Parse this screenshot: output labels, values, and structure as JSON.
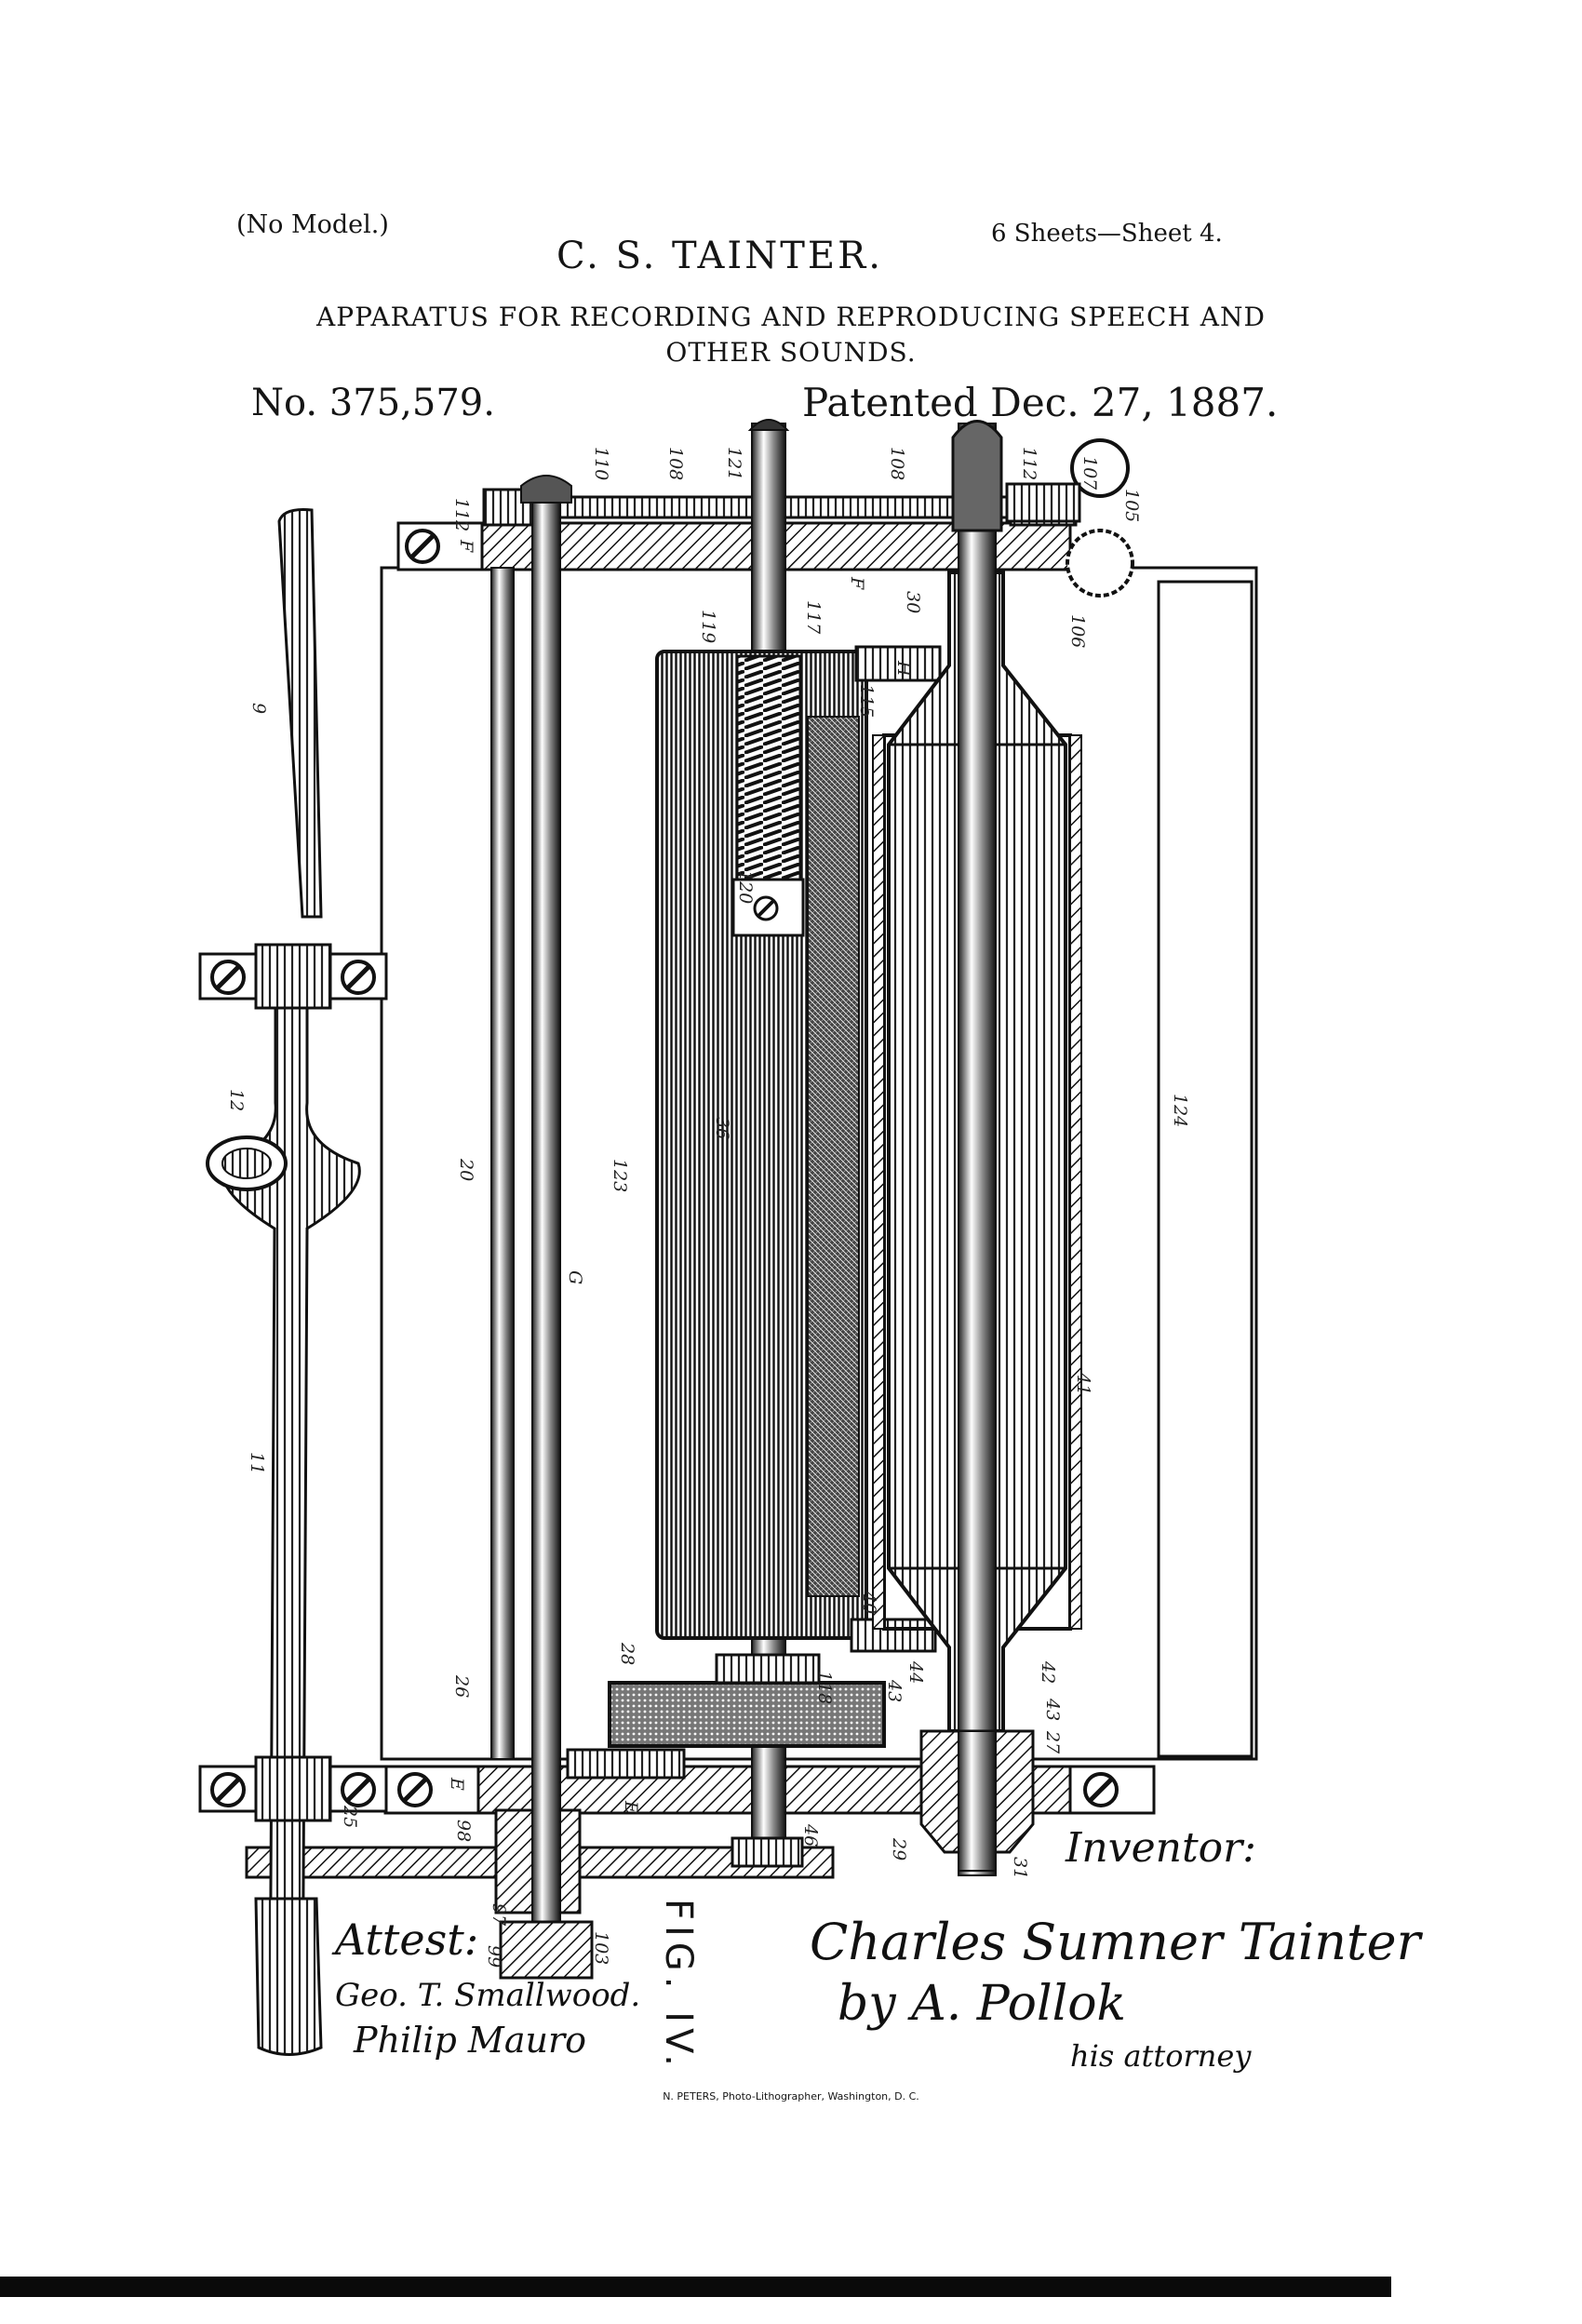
{
  "header": {
    "no_model": "(No Model.)",
    "inventor": "C. S. TAINTER.",
    "sheets": "6 Sheets—Sheet 4.",
    "title_line1": "APPARATUS FOR RECORDING AND REPRODUCING SPEECH AND",
    "title_line2": "OTHER SOUNDS.",
    "patent_number": "No. 375,579.",
    "patented": "Patented Dec. 27, 1887."
  },
  "figure_label": "FIG. IV.",
  "reference_numbers": {
    "r112a": "112",
    "r110": "110",
    "r108a": "108",
    "r121": "121",
    "r108b": "108",
    "r107": "107",
    "r112b": "112",
    "r105": "105",
    "rFa": "F",
    "rFb": "F",
    "r119": "119",
    "r117": "117",
    "r30": "30",
    "r106": "106",
    "rH": "H",
    "r115": "115",
    "r9": "9",
    "r120": "120",
    "r12": "12",
    "r124": "124",
    "r36": "36",
    "r123": "123",
    "r20": "20",
    "rG": "G",
    "r11": "11",
    "r41": "41",
    "r40": "40",
    "r28": "28",
    "r118": "118",
    "r43a": "43",
    "r44": "44",
    "r42": "42",
    "r43b": "43",
    "r27": "27",
    "r26": "26",
    "rEa": "E",
    "rEb": "E",
    "r25": "25",
    "r98": "98",
    "r46": "46",
    "r29": "29",
    "r31": "31",
    "r97": "97",
    "r99": "99",
    "r103": "103"
  },
  "signatures": {
    "inventor_label": "Inventor:",
    "inventor_signature": "Charles Sumner Tainter",
    "by_attorney": "by A. Pollok",
    "attorney_note": "his attorney",
    "attest_label": "Attest:",
    "witness1": "Geo. T. Smallwood.",
    "witness2": "Philip Mauro"
  },
  "footer": {
    "printer": "N. PETERS, Photo-Lithographer, Washington, D. C."
  }
}
